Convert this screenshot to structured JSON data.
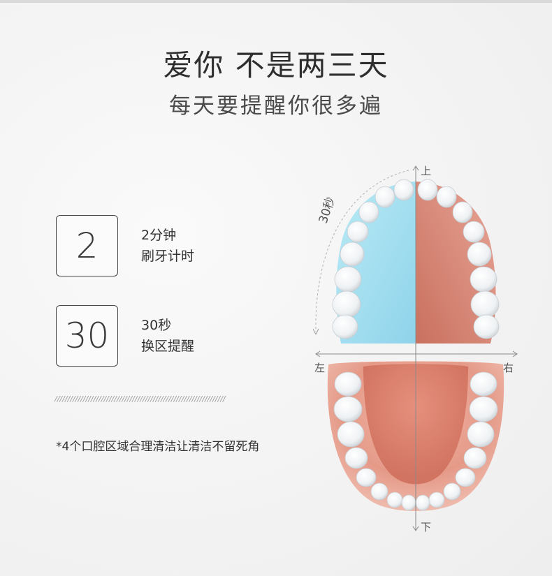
{
  "header": {
    "title": "爱你 不是两三天",
    "subtitle": "每天要提醒你很多遍"
  },
  "stats": [
    {
      "number": "2",
      "line1": "2分钟",
      "line2": "刷牙计时"
    },
    {
      "number": "30",
      "line1": "30秒",
      "line2": "换区提醒"
    }
  ],
  "divider": "//////////////////////////////////////////////////////////////////",
  "note": "*4个口腔区域合理清洁让清洁不留死角",
  "diagram": {
    "arc_label": "30秒",
    "labels": {
      "top": "上",
      "bottom": "下",
      "left": "左",
      "right": "右"
    },
    "colors": {
      "upper_left": "#a9e1f0",
      "upper_right": "#d98a7a",
      "gum": "#e79c8c",
      "tongue": "#d9826f"
    }
  }
}
